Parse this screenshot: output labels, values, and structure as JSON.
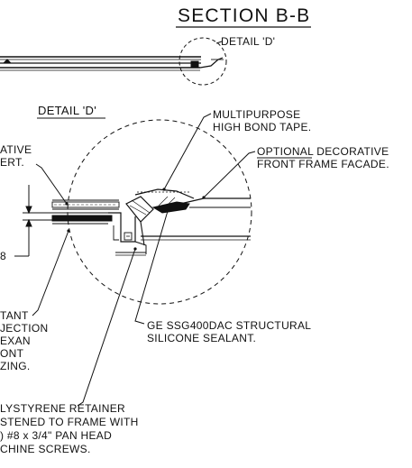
{
  "drawing": {
    "section_title": "SECTION  B-B",
    "detail_callout": "DETAIL 'D'",
    "detail_heading": "DETAIL 'D'",
    "tape_note": [
      "MULTIPURPOSE",
      "HIGH BOND TAPE."
    ],
    "facade_note": {
      "emphasis": "OPTIONAL",
      "line1_rest": " DECORATIVE",
      "line2": "FRONT FRAME FACADE."
    },
    "insert_note": [
      "ATIVE",
      "ERT."
    ],
    "dimension_text": "8",
    "glazing_note": [
      "TANT",
      "JECTION",
      "EXAN",
      "ONT",
      "ZING."
    ],
    "sealant_note": [
      "GE SSG400DAC STRUCTURAL",
      "SILICONE SEALANT."
    ],
    "retainer_note": [
      "LYSTYRENE RETAINER",
      "STENED TO FRAME WITH",
      ") #8 x 3/4\" PAN HEAD",
      "CHINE SCREWS."
    ]
  }
}
